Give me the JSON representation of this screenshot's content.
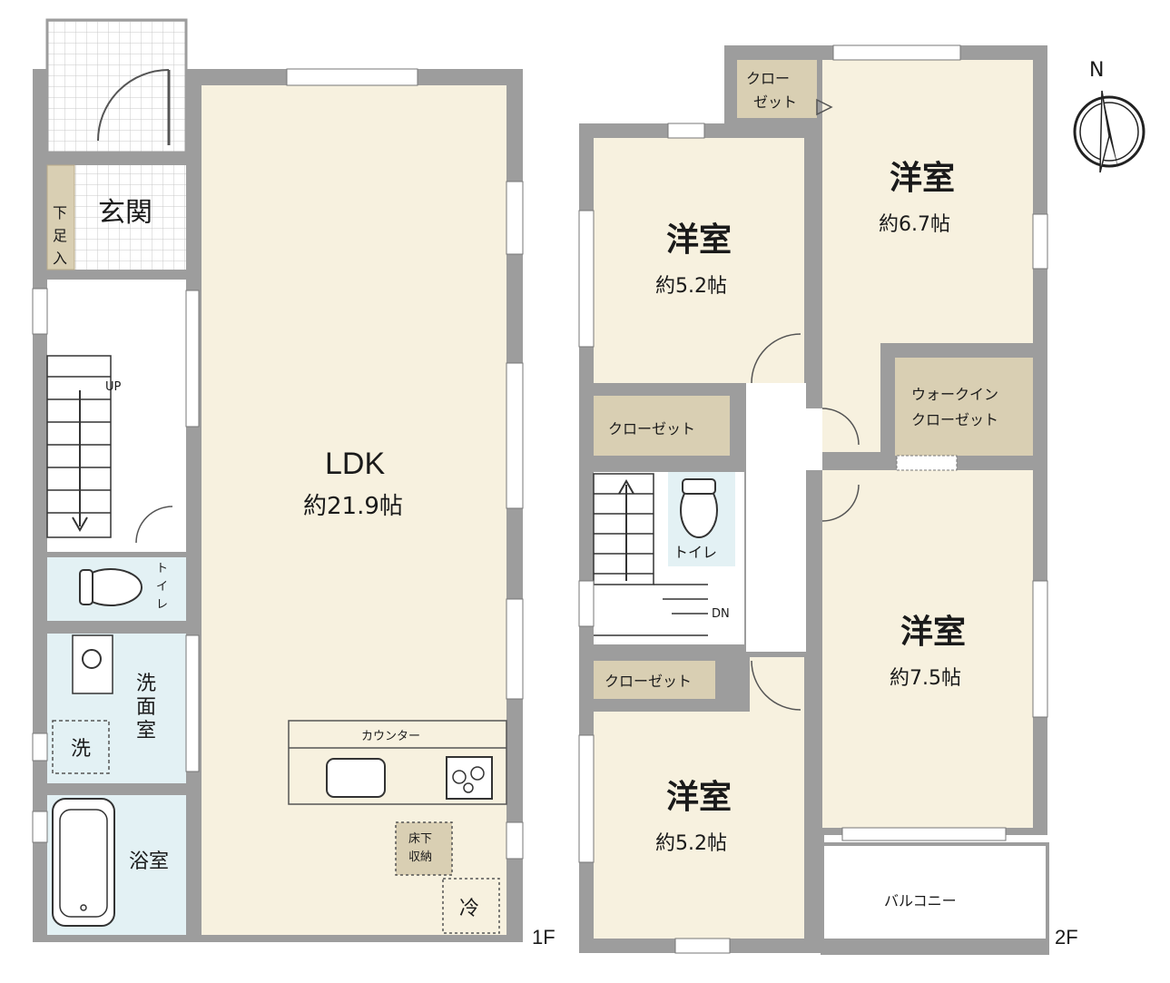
{
  "floor1": {
    "label": "1F",
    "genkan": "玄関",
    "shoe_storage": [
      "下",
      "足",
      "入"
    ],
    "stairs_up": "UP",
    "toilet": [
      "ト",
      "イ",
      "レ"
    ],
    "washroom": [
      "洗",
      "面",
      "室"
    ],
    "washer": "洗",
    "bath": "浴室",
    "ldk": {
      "name": "LDK",
      "area": "約21.9帖"
    },
    "counter": "カウンター",
    "underfloor": [
      "床下",
      "収納"
    ],
    "fridge": "冷"
  },
  "floor2": {
    "label": "2F",
    "closet_small": [
      "クロー",
      "ゼット"
    ],
    "room_nw": {
      "name": "洋室",
      "area": "約5.2帖"
    },
    "room_ne": {
      "name": "洋室",
      "area": "約6.7帖"
    },
    "closet_mid": "クローゼット",
    "wic": [
      "ウォークイン",
      "クローゼット"
    ],
    "toilet": "トイレ",
    "stairs_dn": "DN",
    "room_se": {
      "name": "洋室",
      "area": "約7.5帖"
    },
    "closet_sw": "クローゼット",
    "room_sw": {
      "name": "洋室",
      "area": "約5.2帖"
    },
    "balcony": "バルコニー"
  },
  "compass": "N",
  "colors": {
    "wall": "#9d9d9d",
    "room": "#f7f1df",
    "closet": "#d9cfb3",
    "wet": "#e3f1f4",
    "tile": "#ffffff"
  }
}
